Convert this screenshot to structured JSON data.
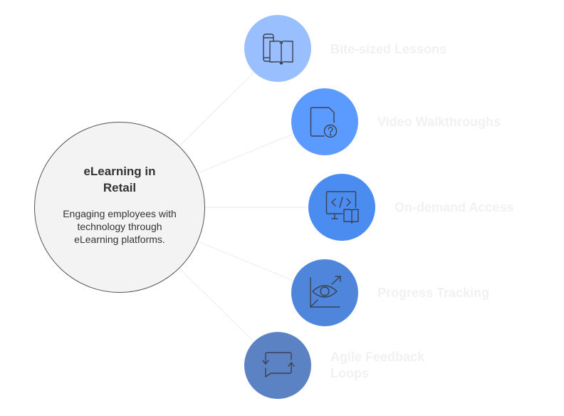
{
  "hub": {
    "title": "eLearning in Retail",
    "description": "Engaging employees with technology through eLearning platforms."
  },
  "items": [
    {
      "label": "Bite-sized Lessons",
      "icon": "phone-book-icon",
      "color": "#99bfff"
    },
    {
      "label": "Video Walkthroughs",
      "icon": "document-question-icon",
      "color": "#5b9bff"
    },
    {
      "label": "On-demand Access",
      "icon": "monitor-code-book-icon",
      "color": "#4a8cf0"
    },
    {
      "label": "Progress Tracking",
      "icon": "chart-eye-icon",
      "color": "#4f86dc"
    },
    {
      "label": "Agile Feedback Loops",
      "icon": "chat-loop-icon",
      "color": "#5b82c3"
    }
  ],
  "colors": {
    "hub_fill": "#f3f3f3",
    "hub_border": "#555555",
    "connector": "#eeeeee",
    "label_text": "#f1f1f1",
    "icon_stroke": "#3a4150"
  }
}
